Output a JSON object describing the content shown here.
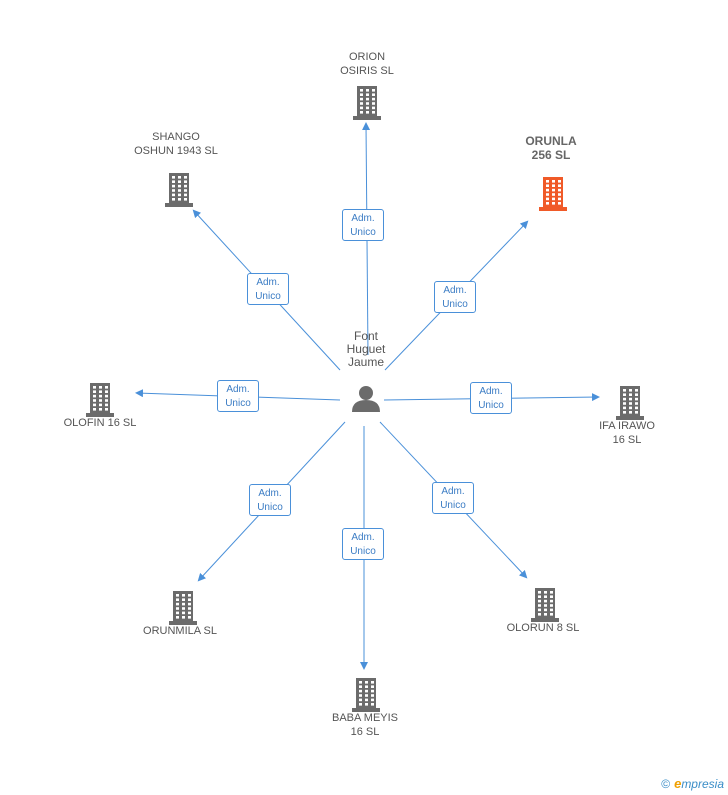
{
  "center": {
    "name_lines": [
      "Font",
      "Huguet",
      "Jaume"
    ],
    "icon": "person-icon"
  },
  "relation_label": [
    "Adm.",
    "Unico"
  ],
  "companies": [
    {
      "id": "orion",
      "lines": [
        "ORION",
        "OSIRIS SL"
      ],
      "highlight": false
    },
    {
      "id": "orunla",
      "lines": [
        "ORUNLA",
        "256 SL"
      ],
      "highlight": true
    },
    {
      "id": "shango",
      "lines": [
        "SHANGO",
        "OSHUN 1943 SL"
      ],
      "highlight": false
    },
    {
      "id": "olofin",
      "lines": [
        "OLOFIN 16 SL"
      ],
      "highlight": false
    },
    {
      "id": "ifa",
      "lines": [
        "IFA IRAWO",
        "16 SL"
      ],
      "highlight": false
    },
    {
      "id": "orunmila",
      "lines": [
        "ORUNMILA SL"
      ],
      "highlight": false
    },
    {
      "id": "olorun",
      "lines": [
        "OLORUN 8 SL"
      ],
      "highlight": false
    },
    {
      "id": "baba",
      "lines": [
        "BABA MEYIS",
        "16 SL"
      ],
      "highlight": false
    }
  ],
  "colors": {
    "edge": "#4a90d9",
    "building": "#6b6b6b",
    "building_highlight": "#f05a28",
    "person": "#6b6b6b"
  },
  "footer": {
    "copyright": "©",
    "brand_first": "e",
    "brand_rest": "mpresia"
  }
}
